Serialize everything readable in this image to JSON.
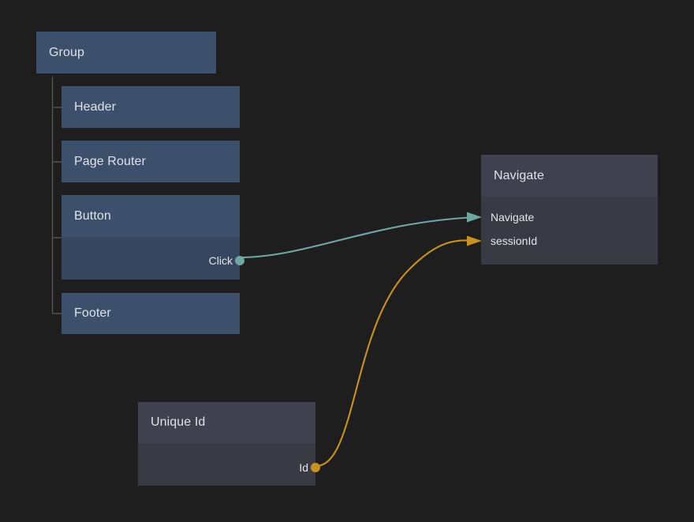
{
  "app": {
    "title": "Node Graph Editor",
    "background_color": "#1e1e1e"
  },
  "colors": {
    "node_blue_header": "#3c4f6b",
    "node_blue_body": "#36465e",
    "node_gray_header": "#3f414e",
    "node_gray_body": "#383a44",
    "edge_teal": "#6fa8a0",
    "edge_amber": "#c8921e",
    "text_primary": "#dfe3e8",
    "tree_line": "#5a5a52"
  },
  "nodes": {
    "group": {
      "title": "Group",
      "kind": "blue"
    },
    "header": {
      "title": "Header",
      "kind": "blue"
    },
    "page_router": {
      "title": "Page Router",
      "kind": "blue"
    },
    "button": {
      "title": "Button",
      "kind": "blue",
      "outputs": [
        {
          "label": "Click",
          "color": "#6fa8a0"
        }
      ]
    },
    "footer": {
      "title": "Footer",
      "kind": "blue"
    },
    "navigate": {
      "title": "Navigate",
      "kind": "gray",
      "inputs": [
        {
          "label": "Navigate",
          "color": "#6fa8a0"
        },
        {
          "label": "sessionId",
          "color": "#c8921e"
        }
      ]
    },
    "unique_id": {
      "title": "Unique Id",
      "kind": "gray",
      "outputs": [
        {
          "label": "Id",
          "color": "#c8921e"
        }
      ]
    }
  },
  "connections": [
    {
      "name": "button-click-to-navigate",
      "from_node": "button",
      "from_port": "Click",
      "to_node": "navigate",
      "to_port": "Navigate",
      "color": "#6fa8a0"
    },
    {
      "name": "unique-id-to-sessionid",
      "from_node": "unique_id",
      "from_port": "Id",
      "to_node": "navigate",
      "to_port": "sessionId",
      "color": "#c8921e"
    }
  ]
}
